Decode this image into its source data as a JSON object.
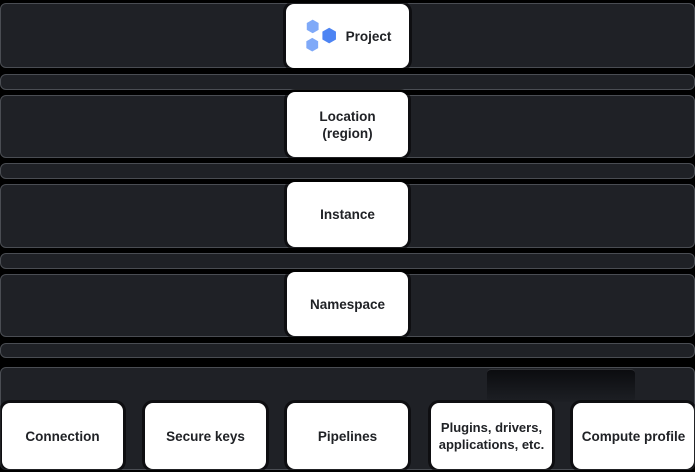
{
  "colors": {
    "background": "#000000",
    "band_fill": "#1f2126",
    "band_border": "#4a4d53",
    "card_fill": "#ffffff",
    "card_text": "#202226",
    "icon_hex_light": "#7fa9f8",
    "icon_hex_dark": "#4d84f3"
  },
  "hierarchy": {
    "levels": [
      {
        "label": "Project",
        "icon": "data-fusion-hexagons-icon"
      },
      {
        "label": "Location\n(region)"
      },
      {
        "label": "Instance"
      },
      {
        "label": "Namespace"
      }
    ],
    "namespace_items": [
      {
        "label": "Connection"
      },
      {
        "label": "Secure keys"
      },
      {
        "label": "Pipelines"
      },
      {
        "label": "Plugins, drivers,\napplications, etc."
      },
      {
        "label": "Compute profile"
      }
    ]
  }
}
